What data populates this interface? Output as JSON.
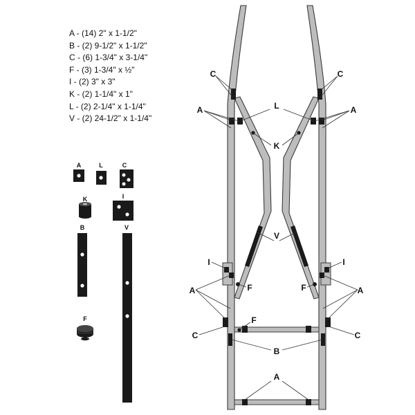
{
  "parts_list": [
    "A - (14) 2\" x 1-1/2\"",
    "B - (2) 9-1/2\" x 1-1/2\"",
    "C - (6) 1-3/4\" x 3-1/4\"",
    "F - (3) 1-3/4\" x ½\"",
    "I - (2) 3\" x 3\"",
    "K - (2) 1-1/4\" x 1\"",
    "L - (2) 2-1/4\" x 1-1/4\"",
    "V - (2) 24-1/2\" x 1-1/4\""
  ],
  "part_labels": {
    "A": "A",
    "B": "B",
    "C": "C",
    "F": "F",
    "I": "I",
    "K": "K",
    "L": "L",
    "V": "V"
  },
  "colors": {
    "part_fill": "#1a1a1a",
    "frame_fill": "#bdbdbd",
    "frame_stroke": "#3a3a3a",
    "leader": "#333333"
  }
}
